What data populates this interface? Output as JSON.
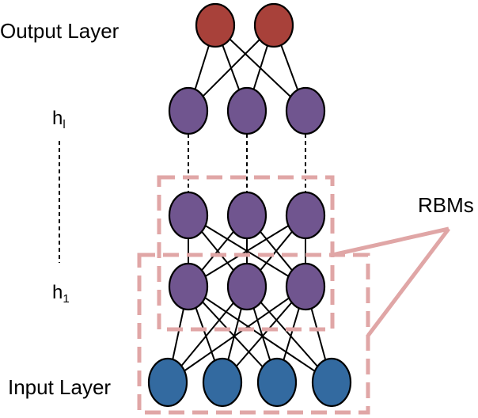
{
  "labels": {
    "output_layer": "Output Layer",
    "h_top_base": "h",
    "h_top_sub": "l",
    "h_bottom_base": "h",
    "h_bottom_sub": "1",
    "rbms": "RBMs",
    "input_layer": "Input Layer"
  },
  "layers": [
    {
      "id": "output",
      "units": 2,
      "color": "#a8413a"
    },
    {
      "id": "hidden-top",
      "units": 3,
      "color": "#70558f"
    },
    {
      "id": "hidden-2",
      "units": 3,
      "color": "#70558f"
    },
    {
      "id": "hidden-1",
      "units": 3,
      "color": "#70558f"
    },
    {
      "id": "input",
      "units": 4,
      "color": "#336aa0"
    }
  ],
  "connections": [
    {
      "from": "output",
      "to": "hidden-top",
      "style": "full"
    },
    {
      "from": "hidden-top",
      "to": "hidden-2",
      "style": "dashed-vertical"
    },
    {
      "from": "hidden-2",
      "to": "hidden-1",
      "style": "full"
    },
    {
      "from": "hidden-1",
      "to": "input",
      "style": "full"
    }
  ],
  "colors": {
    "rbm_box": "#e0a6a6",
    "edge": "#000000"
  }
}
